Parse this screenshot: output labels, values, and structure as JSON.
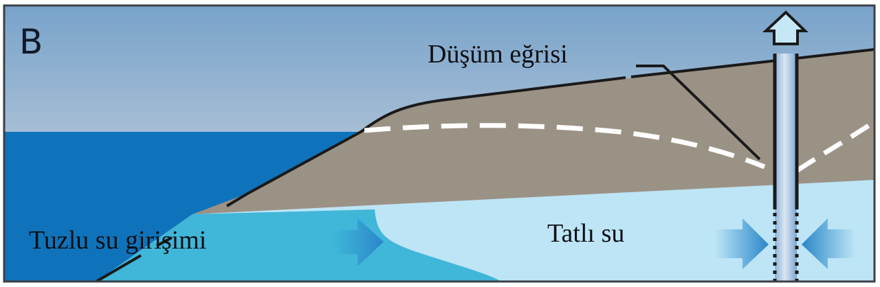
{
  "figure": {
    "panel_label": "B",
    "labels": {
      "drawdown_curve": "Düşüm eğrisi",
      "saltwater_intrusion": "Tuzlu su girişimi",
      "fresh_water": "Tatlı su"
    },
    "icons": {
      "pump_outflow": "up-arrow-icon",
      "saltwater_flow": "right-arrow-icon",
      "well_inflow_left": "right-arrow-icon",
      "well_inflow_right": "left-arrow-icon"
    },
    "colors": {
      "sky_top": "#7ba6cb",
      "sky_bottom": "#d9dbe0",
      "sea": "#0f73bb",
      "land": "#9b9286",
      "saltwater": "#40b6d9",
      "freshwater": "#bde5f6",
      "outline": "#1a1a1a",
      "dashed_water_table": "#ffffff",
      "arrow_blue": "#2a8acb"
    }
  }
}
